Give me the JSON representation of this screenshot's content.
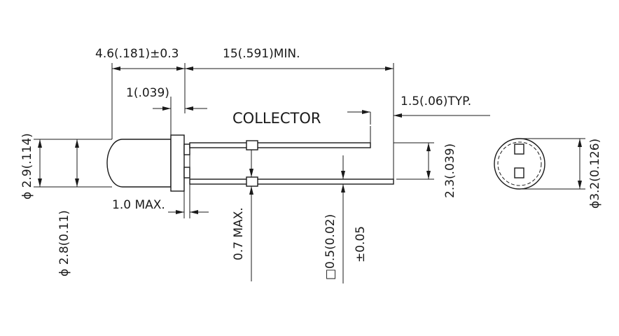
{
  "dimensions": {
    "lens_length": "4.6(.181)±0.3",
    "lead_length": "15(.591)MIN.",
    "flange_width": "1(.039)",
    "lead_end_gap": "1.5(.06)TYP.",
    "dia_flange": "ϕ 2.9(.114)",
    "dia_lens": "ϕ 2.8(0.11)",
    "flange_max": "1.0  MAX.",
    "kink_max": "0.7  MAX.",
    "lead_square": "□0.5(0.02)",
    "lead_tol": "±0.05",
    "lead_spacing": "2.3(.039)",
    "dia_end": "ϕ3.2(0.126)"
  },
  "labels": {
    "collector": "COLLECTOR"
  }
}
